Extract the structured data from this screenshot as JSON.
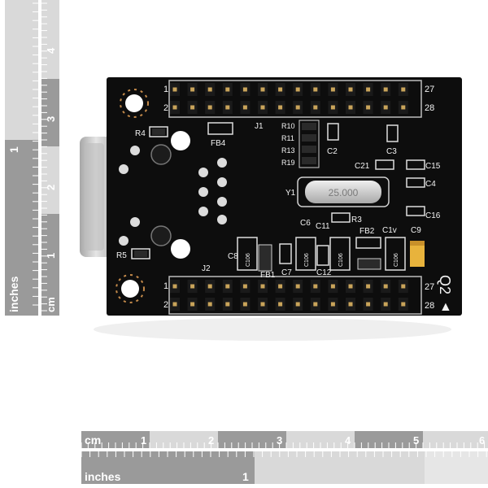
{
  "colors": {
    "pcb": "#0d0d0d",
    "pin": "#c9a45a",
    "ruler_dark": "#8f8f8f",
    "ruler_light": "#d9d9d9",
    "crystal": "#c8c8c8",
    "tantalum": "#e8b33c"
  },
  "rulers": {
    "vertical": {
      "cm_label": "cm",
      "cm_ticks": [
        "1",
        "2",
        "3",
        "4"
      ],
      "inches_label": "inches",
      "inches_ticks": [
        "1"
      ]
    },
    "horizontal": {
      "cm_label": "cm",
      "cm_ticks": [
        "1",
        "2",
        "3",
        "4",
        "5",
        "6"
      ],
      "inches_label": "inches",
      "inches_ticks": [
        "1"
      ]
    }
  },
  "board": {
    "header_top": {
      "name": "J1",
      "pin_left_top": "1",
      "pin_left_bottom": "2",
      "pin_right_top": "27",
      "pin_right_bottom": "28"
    },
    "header_bottom": {
      "name": "J2",
      "pin_left_top": "1",
      "pin_left_bottom": "2",
      "pin_right_top": "27",
      "pin_right_bottom": "28"
    },
    "resistors": [
      "R4",
      "R5",
      "R10",
      "R11",
      "R13",
      "R19",
      "R3"
    ],
    "capacitors": [
      "C2",
      "C3",
      "C21",
      "C15",
      "C4",
      "C16",
      "C6",
      "C11",
      "C8",
      "C7",
      "C12",
      "C9",
      "C1v"
    ],
    "ferrites": [
      "FB4",
      "FB1",
      "FB2"
    ],
    "crystal": {
      "ref": "Y1",
      "marking": "25.000"
    },
    "cap_marking": "C106",
    "rev": "Q2",
    "triangle_mark": "▲"
  }
}
